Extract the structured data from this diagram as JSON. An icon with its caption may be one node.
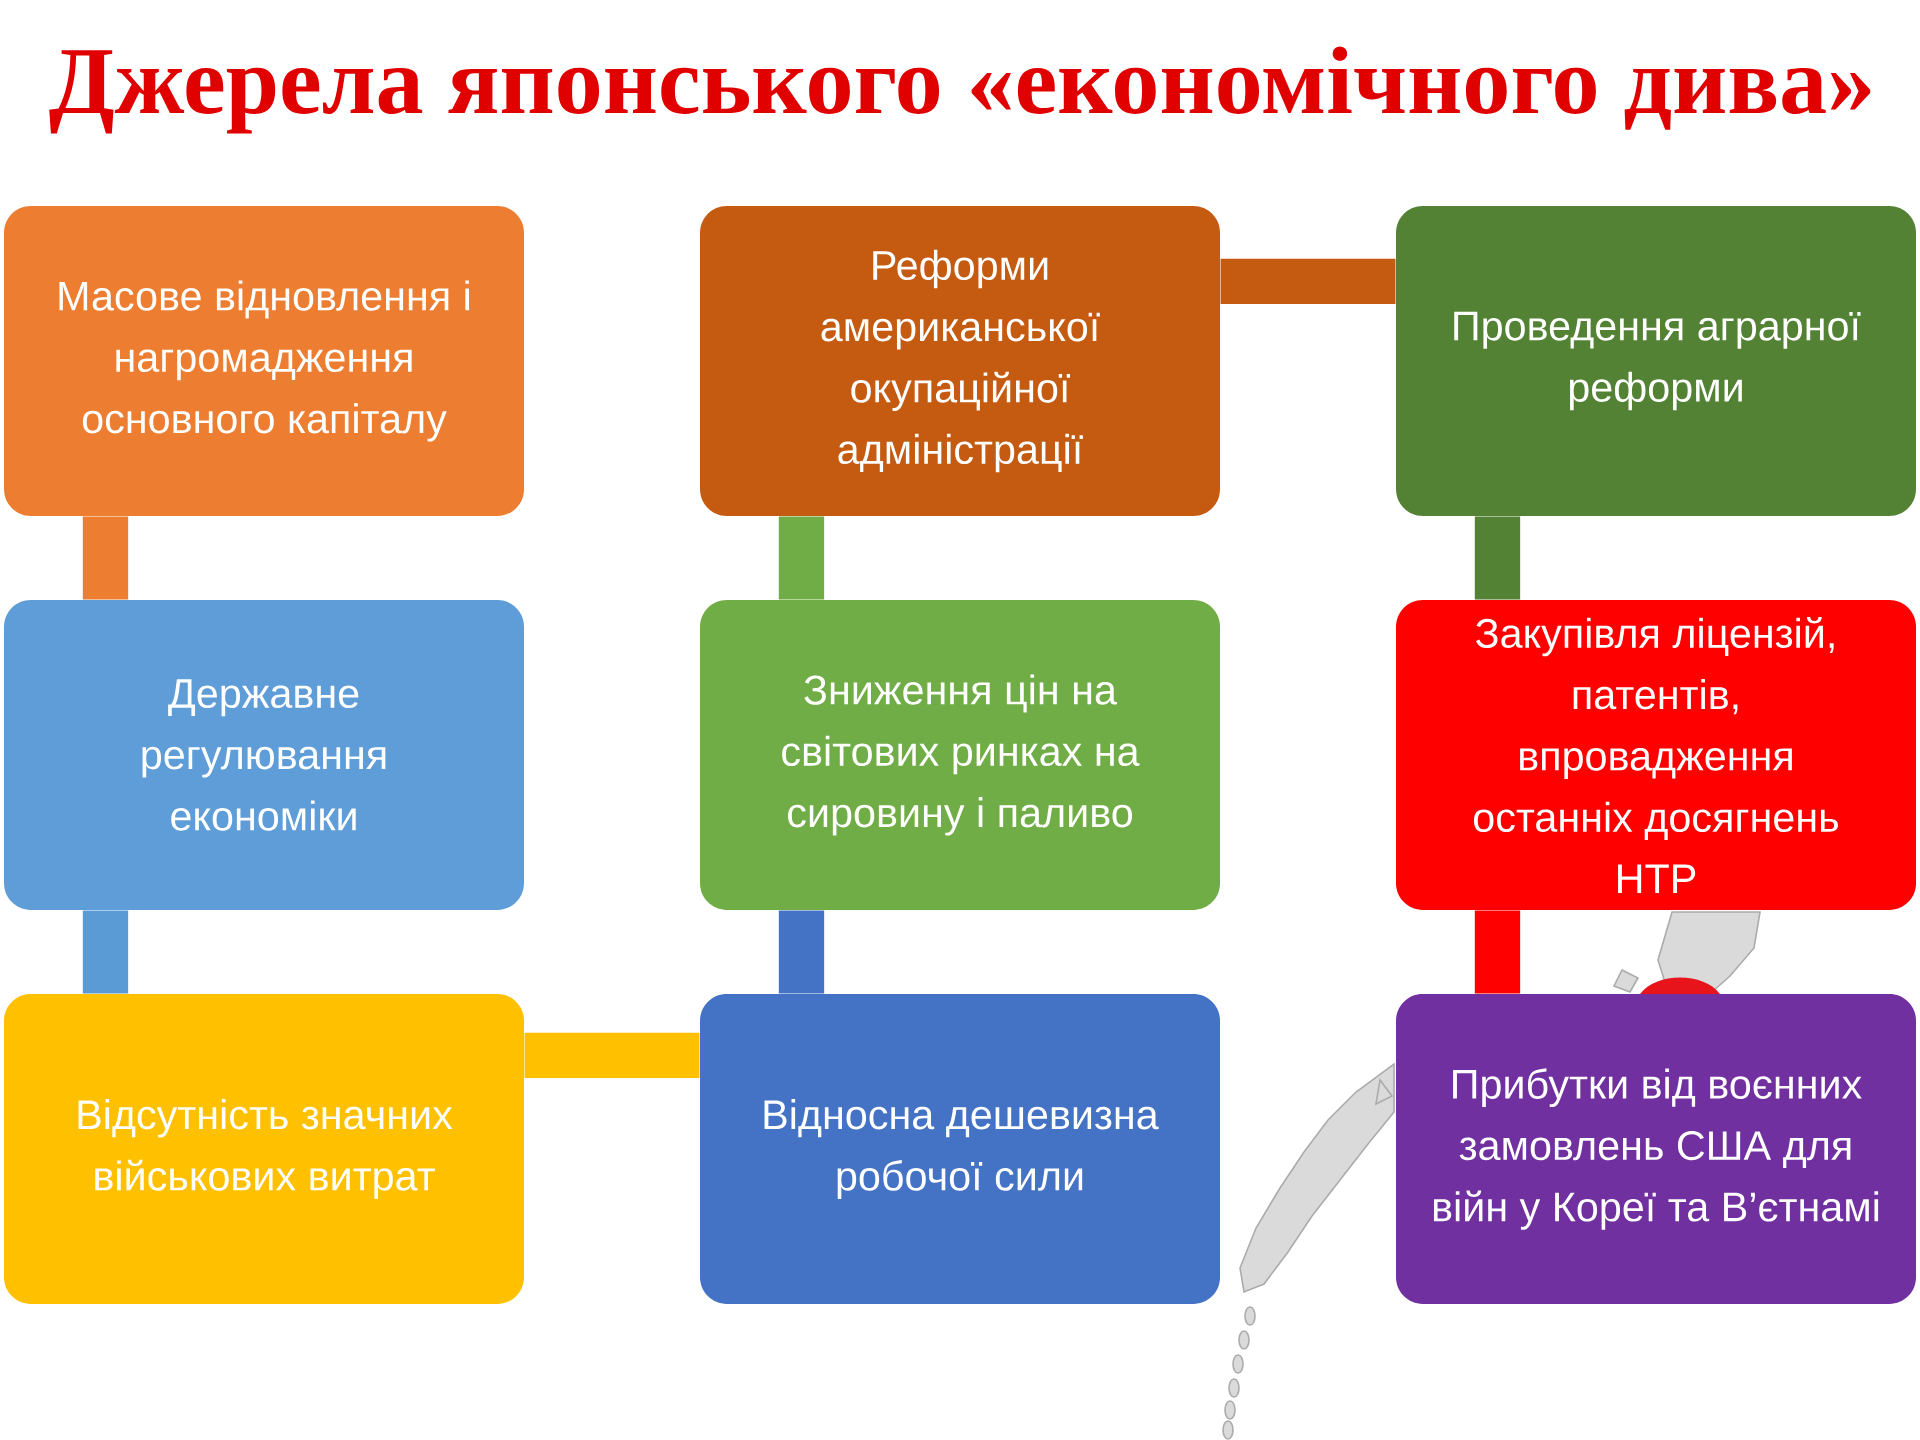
{
  "diagram": {
    "title": "Джерела японського «економічного дива»",
    "nodes": [
      {
        "text": [
          "Масове відновлення і нагромадження основного капіталу"
        ]
      },
      {
        "text": [
          "Реформи американської окупаційної адміністрації"
        ]
      },
      {
        "text": [
          "Проведення аграрної реформи"
        ]
      },
      {
        "text": [
          "Державне регулювання економіки"
        ]
      },
      {
        "text": [
          "Зниження цін на світових ринках на сировину і паливо"
        ]
      },
      {
        "text": [
          "Закупівля ліцензій, патентів, впровадження останніх досягнень НТР"
        ]
      },
      {
        "text": [
          "Відсутність значних військових витрат"
        ]
      },
      {
        "text": [
          "Відносна дешевизна робочої сили"
        ]
      },
      {
        "text": [
          "Прибутки від воєнних замовлень США для війн у Кореї та В’єтнамі"
        ]
      }
    ],
    "edges": [
      {
        "from": 0,
        "to": 3,
        "arrow": "none",
        "color": "#ed7d31"
      },
      {
        "from": 3,
        "to": 6,
        "arrow": "none",
        "color": "#5b9bd5"
      },
      {
        "from": 6,
        "to": 7,
        "arrow": "none",
        "color": "#ffc000"
      },
      {
        "from": 7,
        "to": 4,
        "arrow": "none",
        "color": "#4472c4"
      },
      {
        "from": 4,
        "to": 1,
        "arrow": "none",
        "color": "#70ad47"
      },
      {
        "from": 1,
        "to": 2,
        "arrow": "none",
        "color": "#c55a11"
      },
      {
        "from": 2,
        "to": 5,
        "arrow": "none",
        "color": "#548235"
      },
      {
        "from": 5,
        "to": 8,
        "arrow": "none",
        "color": "#ff0000"
      }
    ]
  }
}
